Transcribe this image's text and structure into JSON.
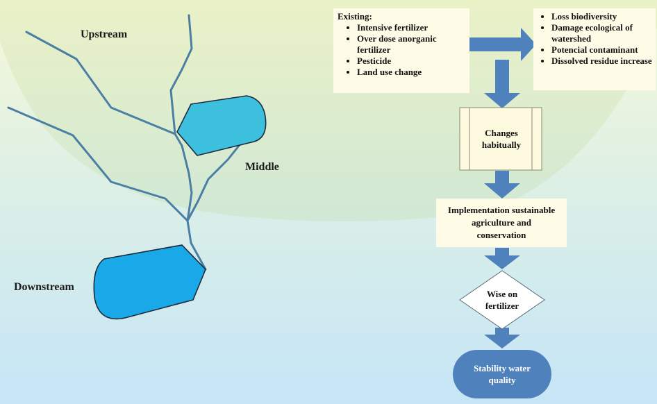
{
  "labels": {
    "upstream": "Upstream",
    "middle": "Middle",
    "downstream": "Downstream"
  },
  "existing": {
    "title": "Existing:",
    "items": [
      "Intensive fertilizer",
      "Over dose anorganic fertilizer",
      "Pesticide",
      "Land use change"
    ]
  },
  "impacts": {
    "items": [
      "Loss biodiversity",
      "Damage ecological of watershed",
      "Potencial contaminant",
      "Dissolved residue increase"
    ]
  },
  "flow": {
    "changes": "Changes habitually",
    "implementation": "Implementation sustainable agriculture and conservation",
    "decision": "Wise on fertilizer",
    "result": "Stability water quality"
  },
  "colors": {
    "sky_top": "#f4f9d8",
    "sky_bottom": "#c7e6f7",
    "land": "#dcebc0",
    "river": "#4a7fa3",
    "reservoir_middle": "#3cc0de",
    "reservoir_down": "#19a8e8",
    "arrow": "#4f81bd",
    "note_fill": "#fdfadf",
    "terminal": "#4f81bd"
  }
}
